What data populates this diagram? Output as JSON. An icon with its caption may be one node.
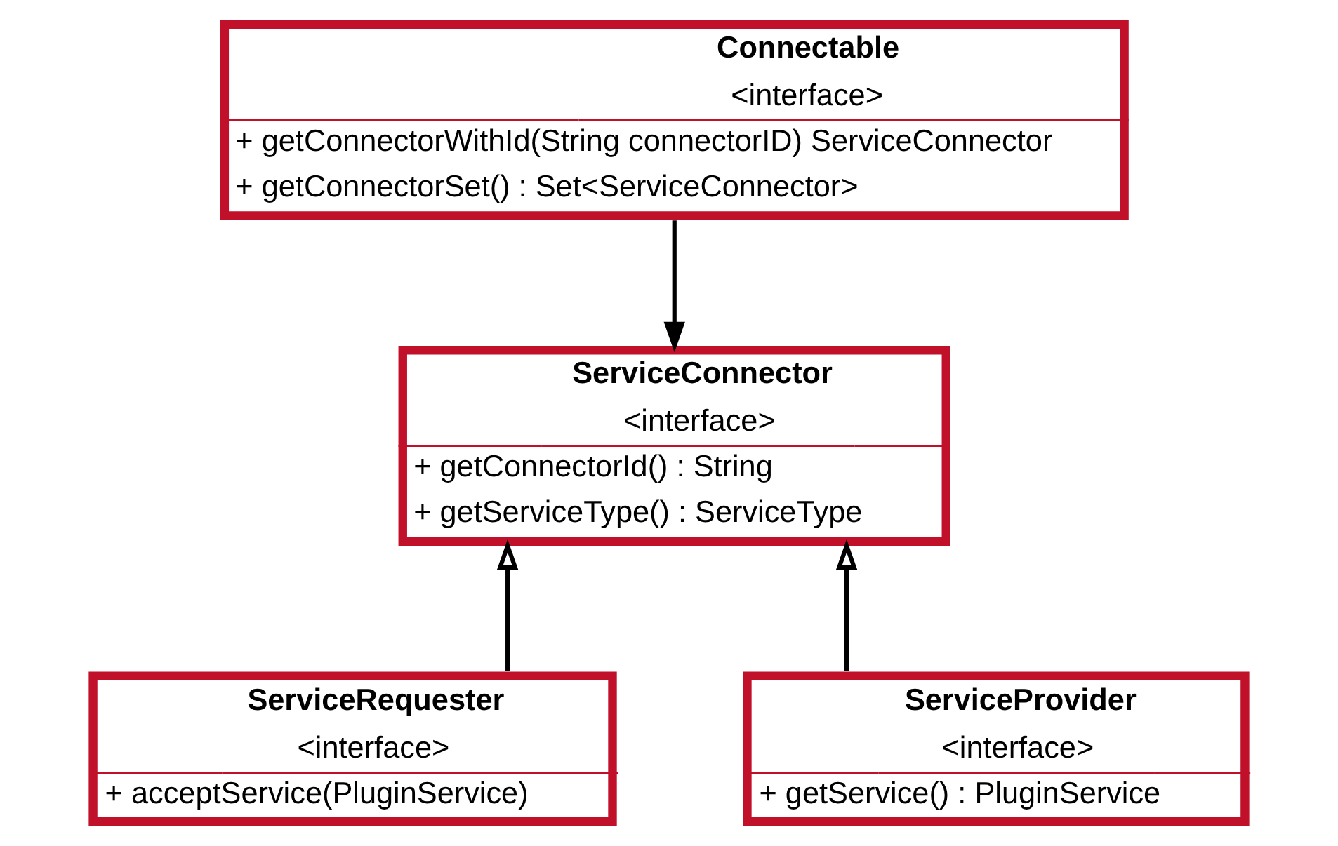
{
  "diagram": {
    "nodes": [
      {
        "text": [
          "Connectable",
          "<interface>",
          "+ getConnectorWithId(String connectorID) ServiceConnector",
          "+ getConnectorSet() : Set<ServiceConnector>"
        ]
      },
      {
        "text": [
          "ServiceConnector",
          "<interface>",
          "+ getConnectorId() : String",
          "+ getServiceType() : ServiceType"
        ]
      },
      {
        "text": [
          "ServiceRequester",
          "<interface>",
          "+ acceptService(PluginService)"
        ]
      },
      {
        "text": [
          "ServiceProvider",
          "<interface>",
          "+ getService() : PluginService"
        ]
      }
    ],
    "edges": [
      {
        "from": 0,
        "to": 1,
        "arrow": "to"
      },
      {
        "from": 2,
        "to": 1,
        "arrow": "to"
      },
      {
        "from": 3,
        "to": 1,
        "arrow": "to"
      }
    ]
  }
}
